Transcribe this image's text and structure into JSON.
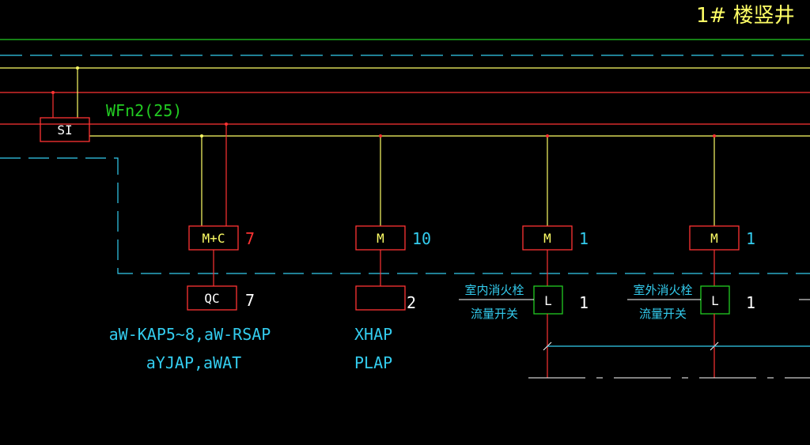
{
  "colors": {
    "background": "#000000",
    "green": "#22cc22",
    "yellow": "#ffff66",
    "red": "#ff3333",
    "cyan": "#33ccee",
    "white": "#ffffff"
  },
  "title": "1# 楼竖井",
  "bus_label": "WFn2(25)",
  "panel_label": "SI",
  "modules": [
    {
      "label": "M+C",
      "count": "7"
    },
    {
      "label": "M",
      "count": "10"
    },
    {
      "label": "M",
      "count": "1"
    },
    {
      "label": "M",
      "count": "1"
    }
  ],
  "qc_box": {
    "label": "QC",
    "count": "7"
  },
  "blank_box": {
    "label": "",
    "count": "2"
  },
  "flow_switches": [
    {
      "line1": "室内消火栓",
      "line2": "流量开关",
      "label": "L",
      "count": "1"
    },
    {
      "line1": "室外消火栓",
      "line2": "流量开关",
      "label": "L",
      "count": "1"
    }
  ],
  "device_notes_left": {
    "line1": "aW-KAP5~8,aW-RSAP",
    "line2": "aYJAP,aWAT"
  },
  "device_notes_mid": {
    "line1": "XHAP",
    "line2": "PLAP"
  }
}
